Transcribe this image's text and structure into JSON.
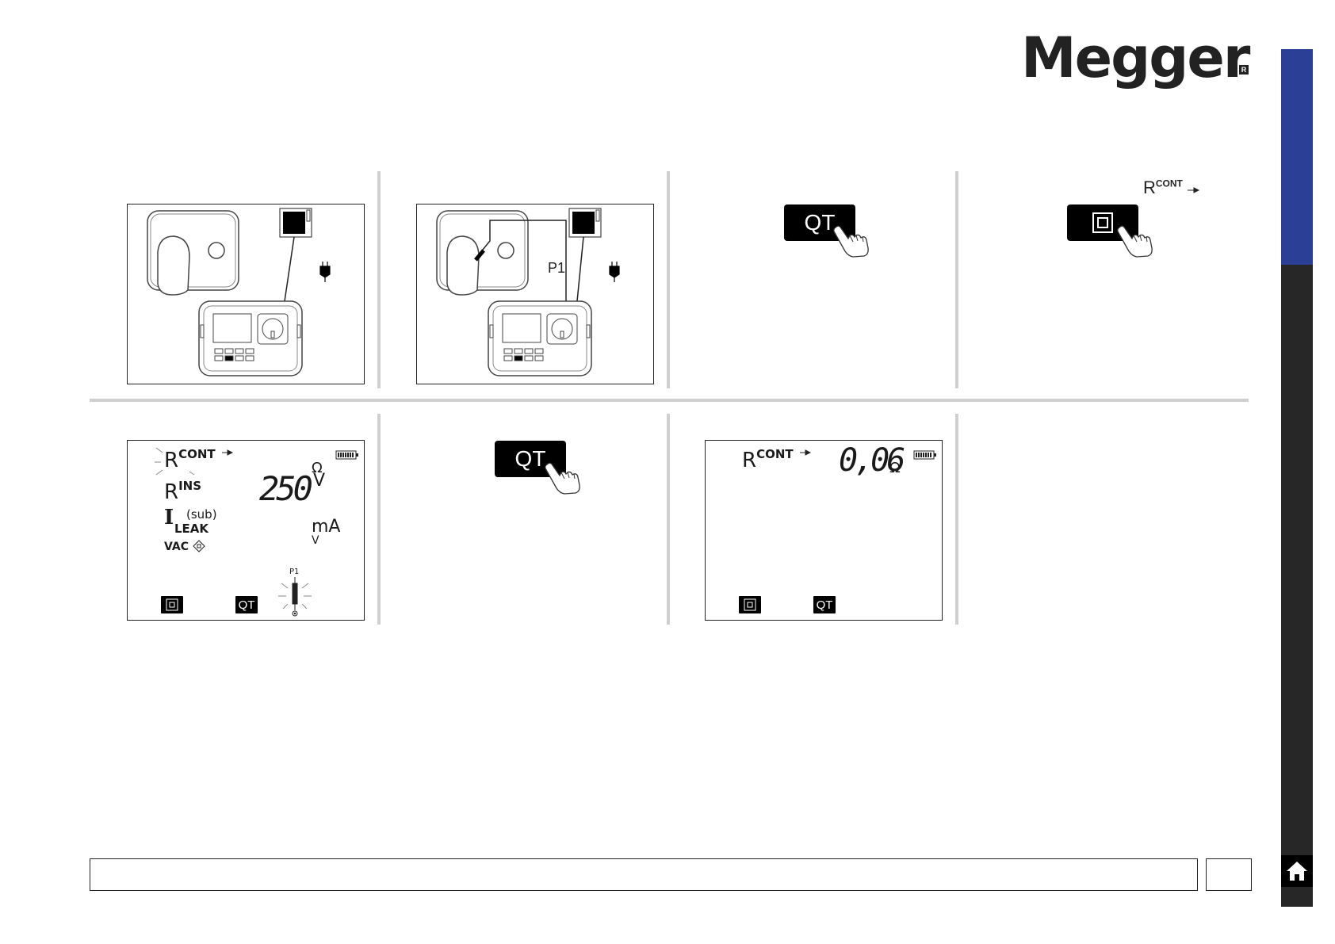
{
  "brand": {
    "logo_text": "Megger",
    "reg_mark": "R"
  },
  "step1": {
    "icon": "appliance-connected-to-tester"
  },
  "step2": {
    "probe_label": "P1"
  },
  "step3": {
    "button_label": "QT"
  },
  "step4": {
    "caption_r": "R",
    "caption_sup": "CONT"
  },
  "screen1": {
    "r_letter": "R",
    "r_cont": "CONT",
    "rins_letter": "R",
    "rins_sup": "INS",
    "ileak_letter": "I",
    "ileak_sub": "LEAK",
    "ileak_paren": "(sub)",
    "vac": "VAC",
    "reading": "250",
    "unit_ohm": "Ω",
    "unit_v": "V",
    "unit_ma": "mA",
    "unit_v2": "V",
    "probe_label": "P1",
    "qt_label": "QT"
  },
  "step6": {
    "button_label": "QT"
  },
  "screen2": {
    "r_letter": "R",
    "r_cont": "CONT",
    "reading": "0,06",
    "unit": "Ω",
    "qt_label": "QT"
  }
}
